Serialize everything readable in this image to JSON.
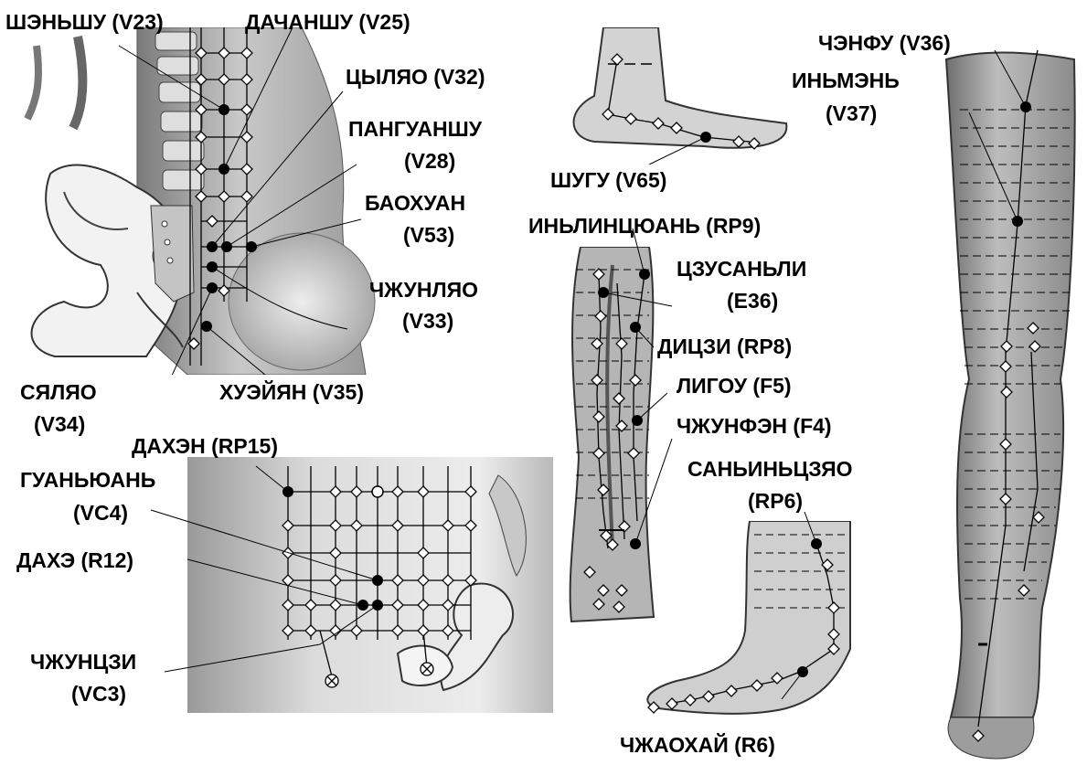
{
  "labels": {
    "shenshu": "ШЭНЬШУ (V23)",
    "dachanshu": "ДАЧАНШУ (V25)",
    "tsylyao": "ЦЫЛЯО (V32)",
    "panguanshu_1": "ПАНГУАНШУ",
    "panguanshu_2": "(V28)",
    "baohuan_1": "БАОХУАН",
    "baohuan_2": "(V53)",
    "zhunlyao_1": "ЧЖУНЛЯО",
    "zhunlyao_2": "(V33)",
    "syalyao_1": "СЯЛЯО",
    "syalyao_2": "(V34)",
    "huejyan": "ХУЭЙЯН (V35)",
    "shugu": "ШУГУ (V65)",
    "inlinquan": "ИНЬЛИНЦЮАНЬ (RP9)",
    "tszusanli_1": "ЦЗУСАНЬЛИ",
    "tszusanli_2": "(E36)",
    "ditszi": "ДИЦЗИ (RP8)",
    "ligou": "ЛИГОУ (F5)",
    "zhunfen": "ЧЖУНФЭН (F4)",
    "saninszyao_1": "САНЬИНЬЦЗЯО",
    "saninszyao_2": "(RP6)",
    "zhaohai": "ЧЖАОХАЙ (R6)",
    "chenfu": "ЧЭНФУ (V36)",
    "inmen_1": "ИНЬМЭНЬ",
    "inmen_2": "(V37)",
    "dahen": "ДАХЭН (RP15)",
    "guanyuan_1": "ГУАНЬЮАНЬ",
    "guanyuan_2": "(VC4)",
    "dahe": "ДАХЭ (R12)",
    "zhuntszi_1": "ЧЖУНЦЗИ",
    "zhuntszi_2": "(VC3)"
  },
  "legend_markers": {
    "active_point": "filled-black-dot",
    "other_point": "hollow-diamond"
  },
  "colors": {
    "ink": "#000000",
    "skin_light": "#dcdcdc",
    "skin_mid": "#b8b8b8",
    "skin_dark": "#8a8a8a",
    "bone": "#f2f2f2"
  }
}
